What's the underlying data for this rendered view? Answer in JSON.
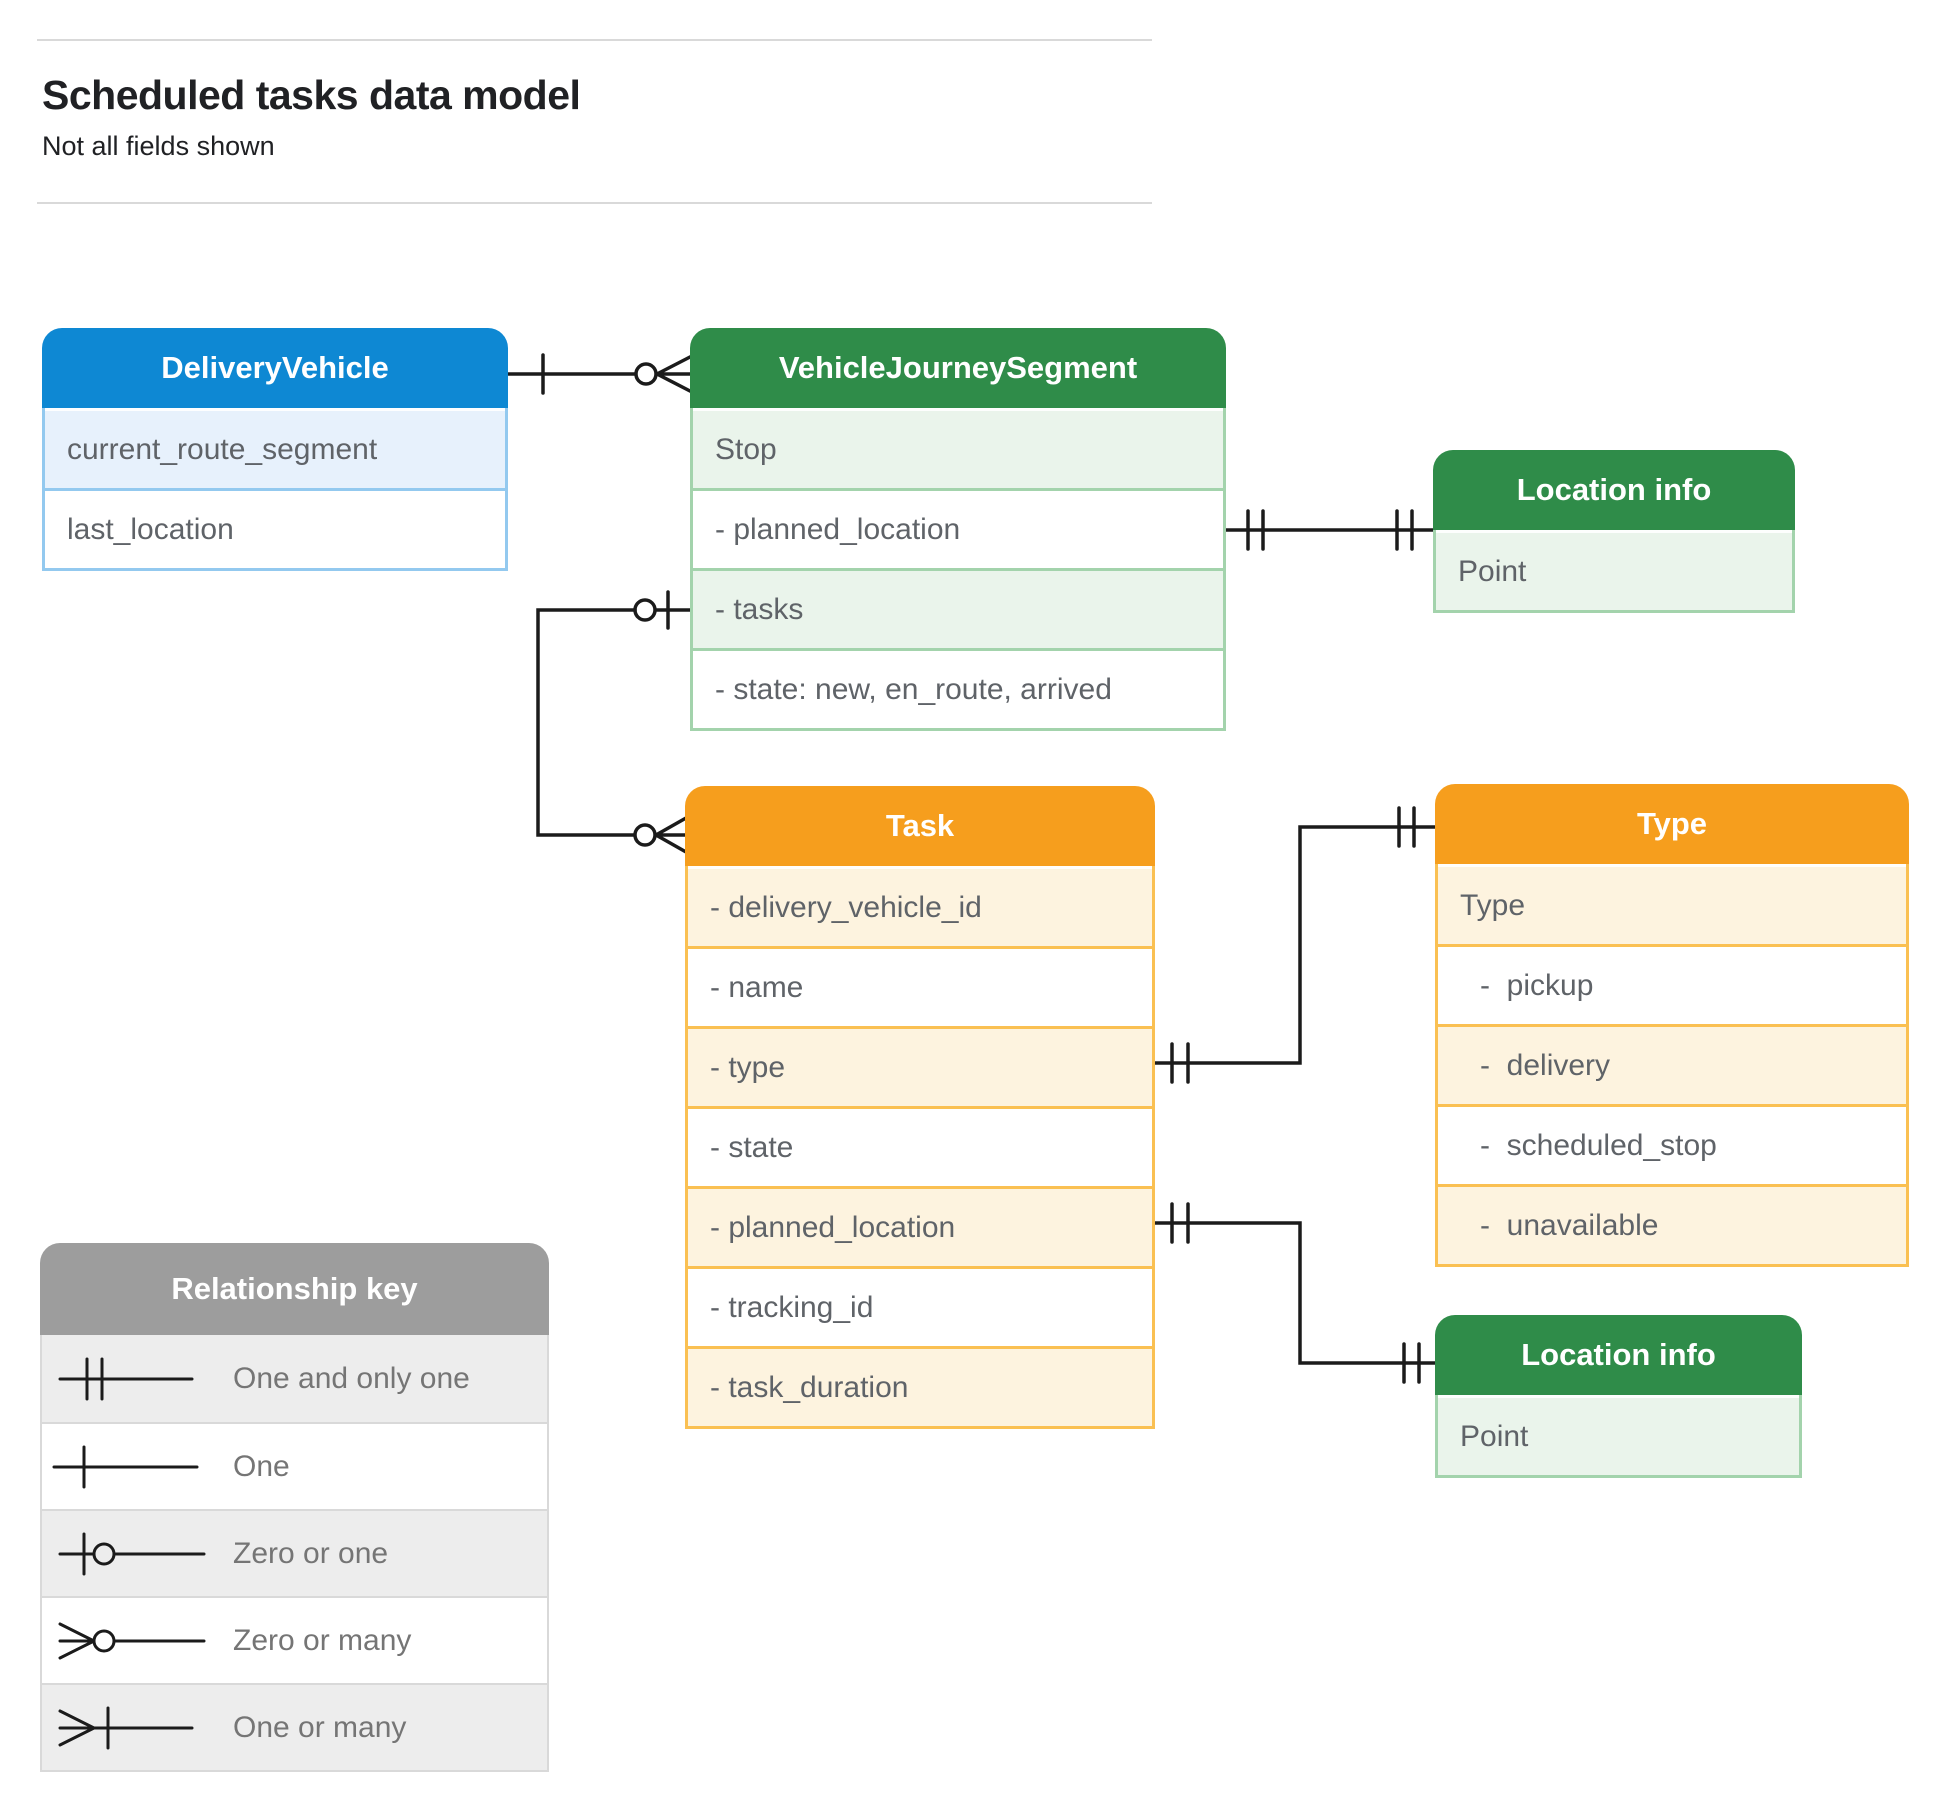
{
  "page": {
    "title": "Scheduled tasks data model",
    "subtitle": "Not all fields shown"
  },
  "colors": {
    "blue_header": "#0e88d3",
    "blue_tint": "#e7f1fc",
    "blue_border": "#93c9ef",
    "green_header": "#2f8c49",
    "green_tint": "#eaf4eb",
    "green_border": "#a3d3ac",
    "orange_header": "#f69e1d",
    "orange_tint": "#fdf3df",
    "orange_border": "#fac052",
    "legend_header": "#9d9d9d",
    "legend_tint": "#ededed",
    "legend_border": "#d9d9d9",
    "field_text": "#5f6368",
    "connector_line": "#1b1b1b"
  },
  "entities": {
    "delivery_vehicle": {
      "title": "DeliveryVehicle",
      "fields": [
        "current_route_segment",
        "last_location"
      ]
    },
    "vehicle_journey_segment": {
      "title": "VehicleJourneySegment",
      "fields": [
        "Stop",
        "- planned_location",
        "- tasks",
        "- state: new, en_route, arrived"
      ]
    },
    "location_info_top": {
      "title": "Location info",
      "fields": [
        "Point"
      ]
    },
    "task": {
      "title": "Task",
      "fields": [
        "- delivery_vehicle_id",
        "- name",
        "- type",
        "- state",
        "- planned_location",
        "- tracking_id",
        "- task_duration"
      ]
    },
    "type": {
      "title": "Type",
      "fields": [
        "Type",
        "-  pickup",
        "-  delivery",
        "-  scheduled_stop",
        "-  unavailable"
      ]
    },
    "location_info_bottom": {
      "title": "Location info",
      "fields": [
        "Point"
      ]
    }
  },
  "connectors": [
    {
      "from": "DeliveryVehicle",
      "to": "VehicleJourneySegment",
      "from_cardinality": "one",
      "to_cardinality": "zero-or-many"
    },
    {
      "from": "VehicleJourneySegment.tasks",
      "to": "Task",
      "from_cardinality": "zero-or-one",
      "to_cardinality": "zero-or-many"
    },
    {
      "from": "VehicleJourneySegment.planned_location",
      "to": "Location info",
      "from_cardinality": "one-and-only-one",
      "to_cardinality": "one-and-only-one"
    },
    {
      "from": "Task.type",
      "to": "Type",
      "from_cardinality": "one-and-only-one",
      "to_cardinality": "one-and-only-one"
    },
    {
      "from": "Task.planned_location",
      "to": "Location info",
      "from_cardinality": "one-and-only-one",
      "to_cardinality": "one-and-only-one"
    }
  ],
  "legend": {
    "title": "Relationship key",
    "items": [
      {
        "symbol": "one-and-only-one",
        "label": "One and only one"
      },
      {
        "symbol": "one",
        "label": "One"
      },
      {
        "symbol": "zero-or-one",
        "label": "Zero or one"
      },
      {
        "symbol": "zero-or-many",
        "label": "Zero or many"
      },
      {
        "symbol": "one-or-many",
        "label": "One or many"
      }
    ]
  }
}
